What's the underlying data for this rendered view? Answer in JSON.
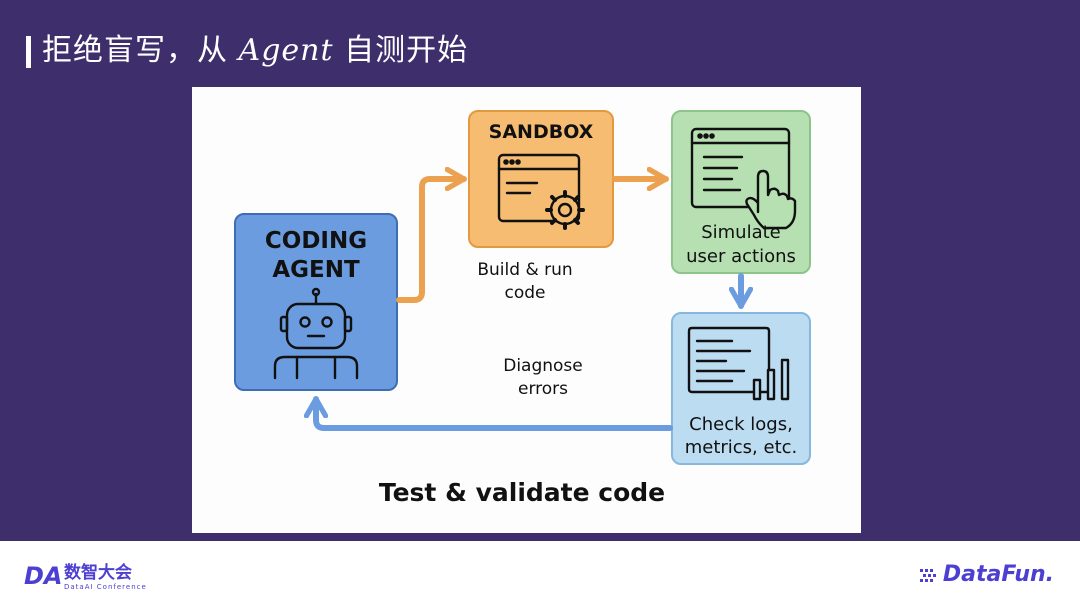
{
  "slide": {
    "title_prefix": "拒绝盲写，从 ",
    "title_agent": "Agent",
    "title_suffix": " 自测开始"
  },
  "diagram": {
    "nodes": {
      "agent": {
        "label": "CODING\nAGENT",
        "icon": "robot-icon"
      },
      "sandbox": {
        "label": "SANDBOX",
        "icon": "browser-gear-icon"
      },
      "simulate": {
        "label": "Simulate\nuser actions",
        "icon": "browser-cursor-hand-icon"
      },
      "check": {
        "label": "Check logs,\nmetrics, etc.",
        "icon": "log-bar-chart-icon"
      }
    },
    "edge_labels": {
      "build": "Build & run\ncode",
      "diagnose": "Diagnose\nerrors"
    },
    "caption": "Test & validate code",
    "colors": {
      "agent_fill": "#6a9cdf",
      "sandbox_fill": "#f5bc72",
      "simulate_fill": "#b6e0b2",
      "check_fill": "#bcdcf2",
      "arrow_orange": "#eba150",
      "arrow_blue": "#6a9cdf",
      "slide_bg": "#3e2e6c"
    }
  },
  "footer": {
    "left_logo_mark": "DA",
    "left_logo_cn": "数智大会",
    "left_logo_en": "DataAI Conference",
    "right_logo": "DataFun."
  }
}
